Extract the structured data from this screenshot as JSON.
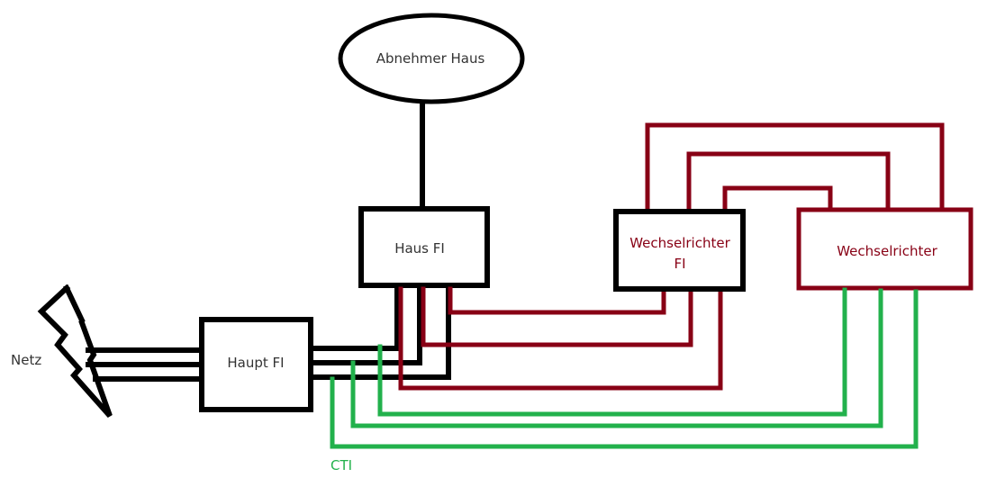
{
  "diagram": {
    "colors": {
      "grid_wire": "#000000",
      "inverter_wire": "#880015",
      "cti_wire": "#22b14c",
      "text_dark": "#333333"
    },
    "nodes": {
      "netz": {
        "label": "Netz"
      },
      "haupt_fi": {
        "label": "Haupt FI"
      },
      "haus_fi": {
        "label": "Haus FI"
      },
      "abnehmer_haus": {
        "label": "Abnehmer Haus"
      },
      "wechselrichter_fi": {
        "label_line1": "Wechselrichter",
        "label_line2": "FI"
      },
      "wechselrichter": {
        "label": "Wechselrichter"
      }
    },
    "annotations": {
      "cti": "CTI"
    },
    "connections": [
      {
        "from": "Netz",
        "to": "Haupt FI",
        "color": "black",
        "wires": 3
      },
      {
        "from": "Haupt FI",
        "to": "Haus FI",
        "color": "black",
        "wires": 3
      },
      {
        "from": "Haus FI",
        "to": "Abnehmer Haus",
        "color": "black",
        "wires": 1
      },
      {
        "from": "Haus FI",
        "to": "Wechselrichter FI",
        "color": "dark-red",
        "wires": 3
      },
      {
        "from": "Wechselrichter FI",
        "to": "Wechselrichter",
        "color": "dark-red",
        "wires": 3
      },
      {
        "from": "Haupt FI",
        "to": "Wechselrichter",
        "color": "green",
        "wires": 3,
        "label": "CTI"
      }
    ]
  }
}
